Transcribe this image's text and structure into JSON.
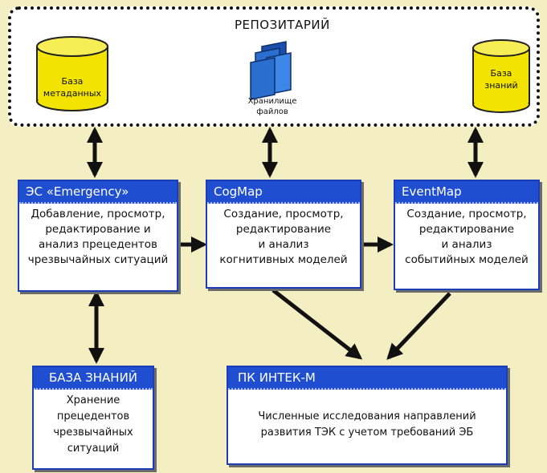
{
  "repository": {
    "title": "РЕПОЗИТАРИЙ",
    "metadata_db": [
      "База",
      "метаданных"
    ],
    "file_storage": [
      "Хранилище",
      "файлов"
    ],
    "knowledge_db": [
      "База",
      "знаний"
    ]
  },
  "boxes": {
    "emergency": {
      "title": "ЭС «Emergency»",
      "lines": [
        "Добавление, просмотр,",
        "редактирование и",
        "анализ прецедентов",
        "чрезвычайных ситуаций"
      ]
    },
    "cogmap": {
      "title": "CogMap",
      "lines": [
        "Создание, просмотр,",
        "редактирование",
        "и анализ",
        "когнитивных моделей"
      ]
    },
    "eventmap": {
      "title": "EventMap",
      "lines": [
        "Создание, просмотр,",
        "редактирование",
        "и анализ",
        "событийных моделей"
      ]
    },
    "knowledge_base": {
      "title": "БАЗА ЗНАНИЙ",
      "lines": [
        "Хранение",
        "прецедентов",
        "чрезвычайных",
        "ситуаций"
      ]
    },
    "intek": {
      "title": "ПК ИНТЕК-М",
      "lines": [
        "Численные исследования направлений",
        "развития ТЭК с учетом требований ЭБ"
      ]
    }
  },
  "colors": {
    "background": "#f4efc2",
    "header": "#1f4fd0",
    "cylinder": "#f2e400",
    "files": "#2a6fd0"
  }
}
